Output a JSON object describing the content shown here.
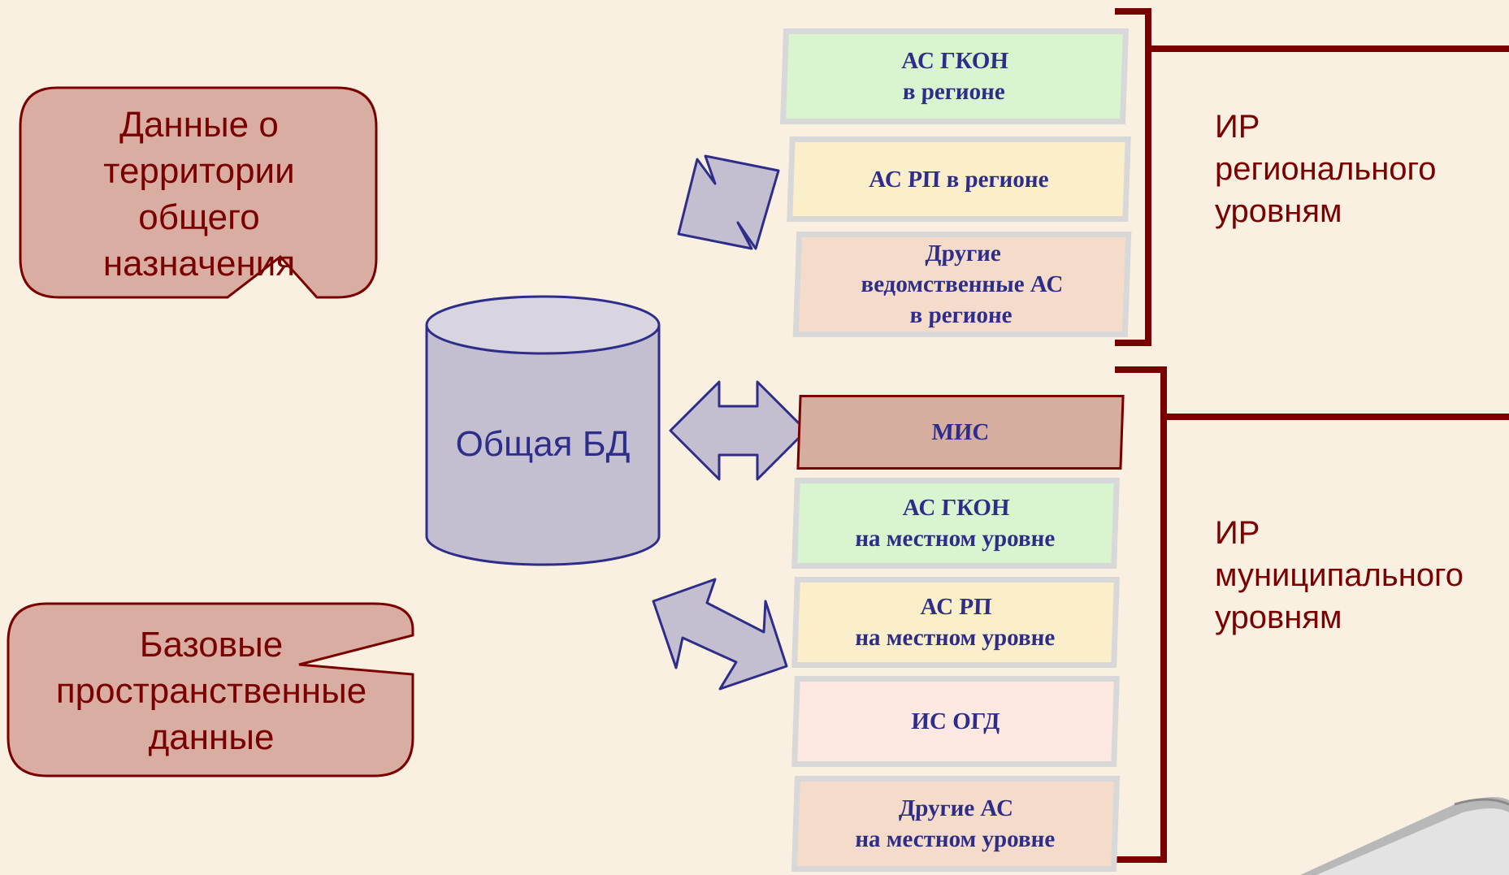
{
  "callouts": {
    "territory": "Данные о\nтерритории\nобщего\nназначения",
    "base_spatial": "Базовые\nпространственные\nданные"
  },
  "database": {
    "label": "Общая БД"
  },
  "regional_systems": [
    {
      "label": "АС ГКОН\nв регионе",
      "color": "#d9f5cf"
    },
    {
      "label": "АС РП в регионе",
      "color": "#fbeecb"
    },
    {
      "label": "Другие\nведомственные АС\nв регионе",
      "color": "#f5dcca"
    }
  ],
  "mis": {
    "label": "МИС",
    "color": "#d6aea0"
  },
  "municipal_systems": [
    {
      "label": "АС ГКОН\nна местном уровне",
      "color": "#d9f5cf"
    },
    {
      "label": "АС РП\nна местном уровне",
      "color": "#fbeecb"
    },
    {
      "label": "ИС ОГД",
      "color": "#fde8e2"
    },
    {
      "label": "Другие АС\nна местном уровне",
      "color": "#f5dcca"
    }
  ],
  "levels": {
    "regional": "ИР\nрегионального\nуровням",
    "municipal": "ИР\nмуниципального\nуровням"
  },
  "colors": {
    "background": "#faf0e1",
    "callout_fill": "#d9ada2",
    "bracket": "#7a0000",
    "arrow_fill": "#c4bfd0",
    "arrow_stroke": "#2e2e8a"
  }
}
